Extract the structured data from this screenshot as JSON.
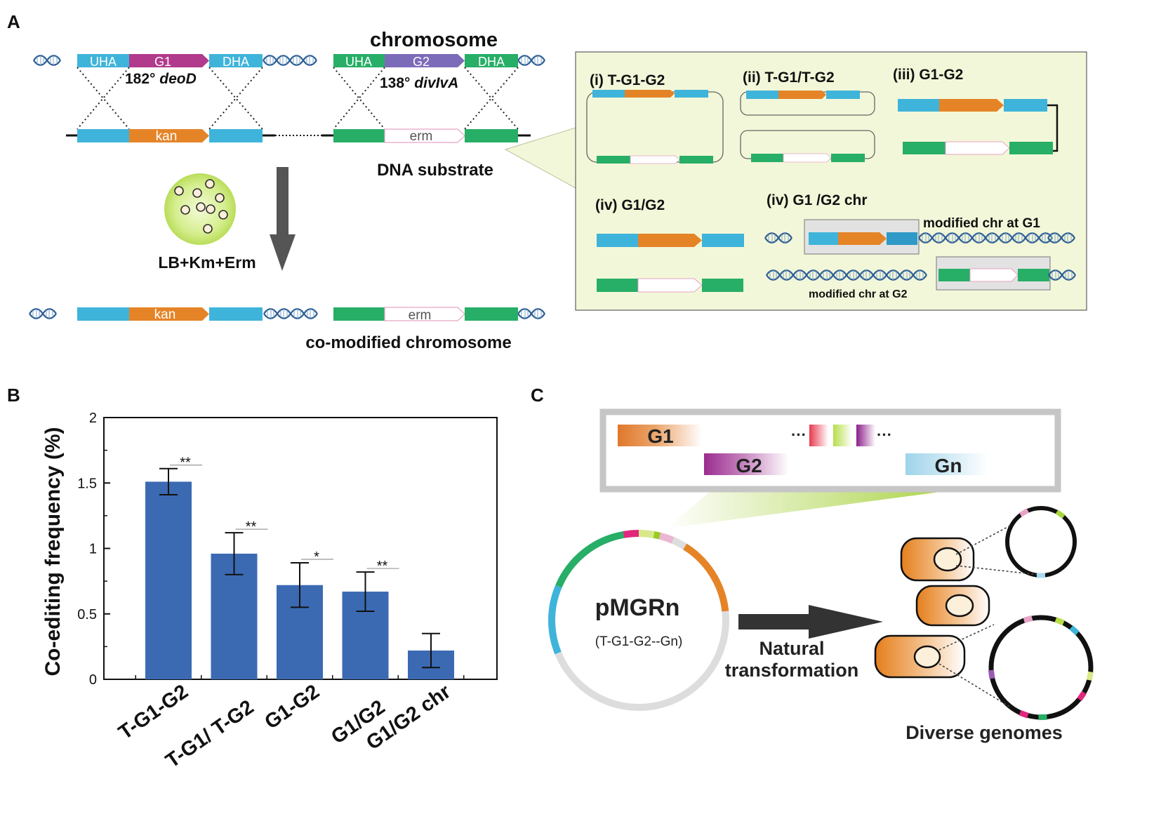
{
  "panel_labels": {
    "a": "A",
    "b": "B",
    "c": "C"
  },
  "panel_a": {
    "chromosome_label": "chromosome",
    "dna_substrate_label": "DNA substrate",
    "co_modified_label": "co-modified chromosome",
    "medium_label": "LB+Km+Erm",
    "segments": {
      "uha": "UHA",
      "dha": "DHA",
      "g1": "G1",
      "g2": "G2",
      "kan": "kan",
      "erm": "erm"
    },
    "locus1": {
      "position": "182°",
      "gene": "deoD"
    },
    "locus2": {
      "position": "138°",
      "gene": "divIvA"
    },
    "inset": {
      "i": "(i) T-G1-G2",
      "ii": "(ii) T-G1/T-G2",
      "iii": "(iii) G1-G2",
      "iv": "(iv) G1/G2",
      "v": "(iv) G1 /G2 chr",
      "mod_g1": "modified chr at G1",
      "mod_g2": "modified chr at G2"
    },
    "colors": {
      "blue": "#3FB4DA",
      "orange": "#E58427",
      "green": "#27AE67",
      "purple_g1": "#B13A8C",
      "purple_g2": "#7C6BB8",
      "inset_bg": "#F3F7D9"
    }
  },
  "chart_data": {
    "type": "bar",
    "categories": [
      "T-G1-G2",
      "T-G1/ T-G2",
      "G1-G2",
      "G1/G2",
      "G1/G2  chr"
    ],
    "values": [
      1.51,
      0.96,
      0.72,
      0.67,
      0.22
    ],
    "errors": [
      0.1,
      0.16,
      0.17,
      0.15,
      0.13
    ],
    "significance": [
      "**",
      "**",
      "*",
      "**",
      ""
    ],
    "ylabel": "Co-editing frequency (%)",
    "xlabel": "",
    "ylim": [
      0,
      2
    ],
    "yticks": [
      0,
      0.5,
      1,
      1.5,
      2
    ],
    "ytick_labels": [
      "0",
      "0.5",
      "1",
      "1.5",
      "2"
    ],
    "bar_color": "#3B6AB3",
    "grid": false
  },
  "panel_c": {
    "genes": {
      "g1": "G1",
      "g2": "G2",
      "gn": "Gn"
    },
    "ellipsis": "···",
    "plasmid_name": "pMGRn",
    "plasmid_sub": "(T-G1-G2--Gn)",
    "arrow_label_1": "Natural",
    "arrow_label_2": "transformation",
    "outcome_label": "Diverse  genomes"
  }
}
